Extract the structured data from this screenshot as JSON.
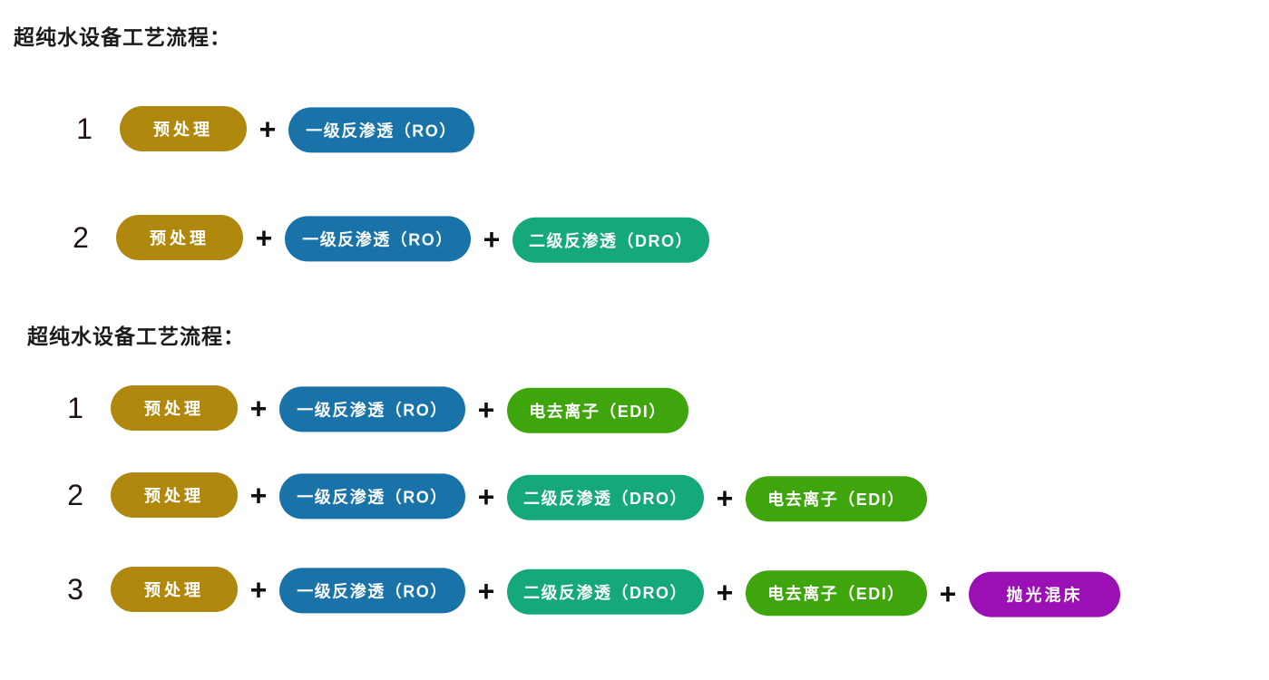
{
  "page": {
    "background": "#ffffff",
    "plus_symbol": "+"
  },
  "colors": {
    "gold": "#B1880E",
    "blue": "#1A73A8",
    "teal": "#14A87B",
    "green": "#3EA60C",
    "purple": "#9B10B4",
    "pill_text": "#FFFFFF",
    "title_text": "#1B1B1B",
    "plus_text": "#0D0D0D"
  },
  "sections": [
    {
      "title": "超纯水设备工艺流程：",
      "rows": [
        {
          "number": "1",
          "steps": [
            {
              "label": "预处理",
              "color_key": "gold"
            },
            {
              "label": "一级反渗透（RO）",
              "color_key": "blue"
            }
          ]
        },
        {
          "number": "2",
          "steps": [
            {
              "label": "预处理",
              "color_key": "gold"
            },
            {
              "label": "一级反渗透（RO）",
              "color_key": "blue"
            },
            {
              "label": "二级反渗透（DRO）",
              "color_key": "teal"
            }
          ]
        }
      ]
    },
    {
      "title": "超纯水设备工艺流程：",
      "rows": [
        {
          "number": "1",
          "steps": [
            {
              "label": "预处理",
              "color_key": "gold"
            },
            {
              "label": "一级反渗透（RO）",
              "color_key": "blue"
            },
            {
              "label": "电去离子（EDI）",
              "color_key": "green"
            }
          ]
        },
        {
          "number": "2",
          "steps": [
            {
              "label": "预处理",
              "color_key": "gold"
            },
            {
              "label": "一级反渗透（RO）",
              "color_key": "blue"
            },
            {
              "label": "二级反渗透（DRO）",
              "color_key": "teal"
            },
            {
              "label": "电去离子（EDI）",
              "color_key": "green"
            }
          ]
        },
        {
          "number": "3",
          "steps": [
            {
              "label": "预处理",
              "color_key": "gold"
            },
            {
              "label": "一级反渗透（RO）",
              "color_key": "blue"
            },
            {
              "label": "二级反渗透（DRO）",
              "color_key": "teal"
            },
            {
              "label": "电去离子（EDI）",
              "color_key": "green"
            },
            {
              "label": "抛光混床",
              "color_key": "purple"
            }
          ]
        }
      ]
    }
  ]
}
